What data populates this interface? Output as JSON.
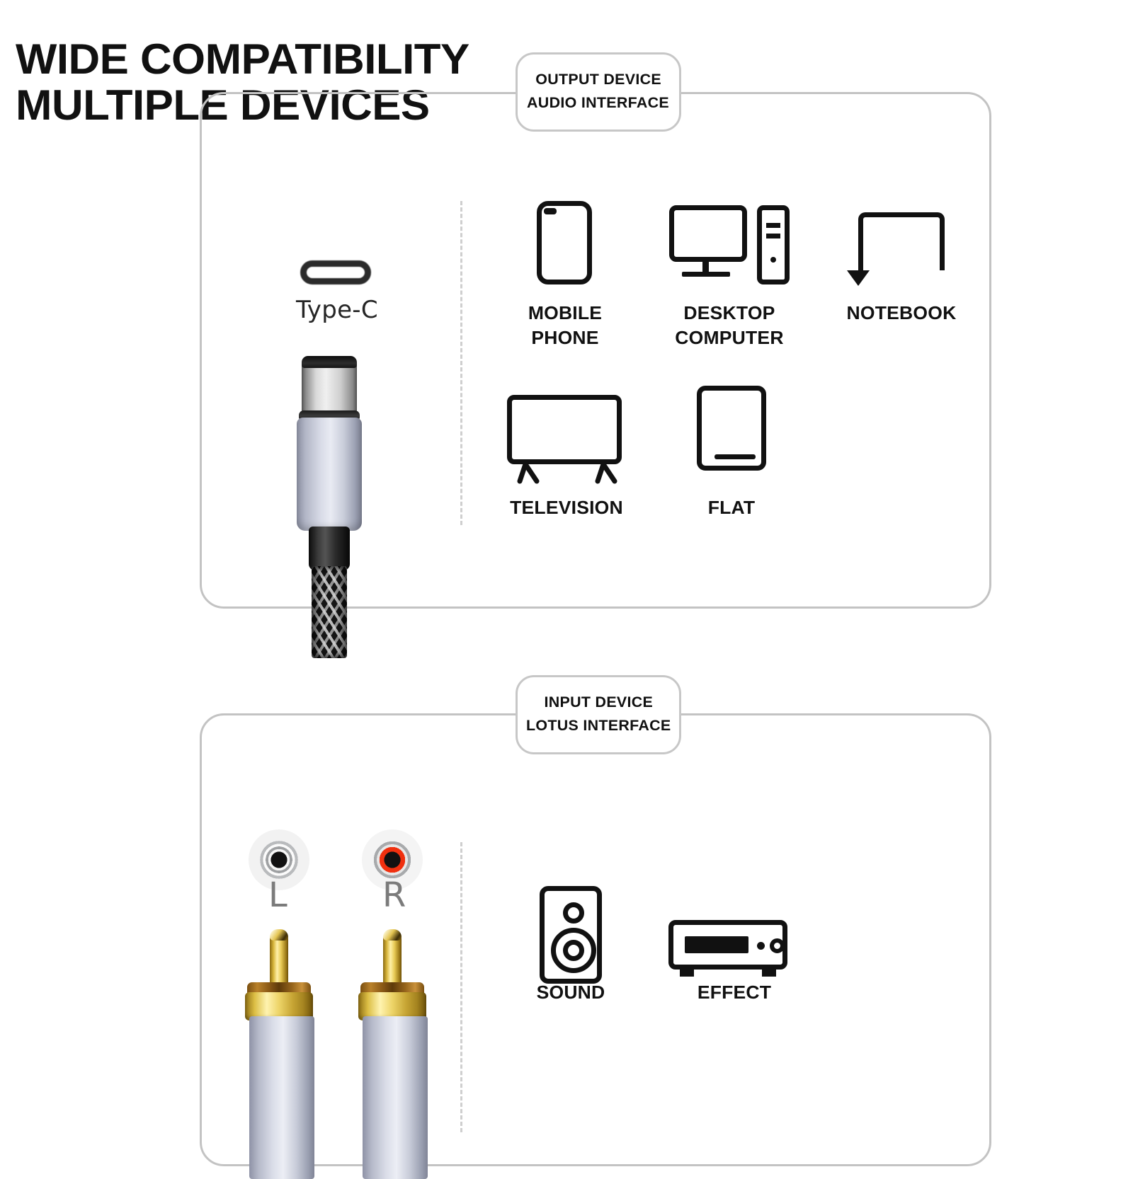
{
  "headline": {
    "text": "WIDE COMPATIBILITY\nMULTIPLE DEVICES"
  },
  "badges": {
    "output": {
      "line1": "OUTPUT DEVICE",
      "line2": "AUDIO INTERFACE"
    },
    "input": {
      "line1": "INPUT DEVICE",
      "line2": "LOTUS INTERFACE"
    }
  },
  "connector_top": {
    "port_label": "Type-C",
    "port_icon": "usb-c-port-icon",
    "plug_icon": "usb-c-plug-icon"
  },
  "connector_bottom": {
    "left_channel_label": "L",
    "right_channel_label": "R",
    "left_jack_icon": "rca-jack-white-icon",
    "right_jack_icon": "rca-jack-red-icon",
    "plug_icon": "rca-plug-icon"
  },
  "output_devices": [
    {
      "label": "MOBILE\nPHONE",
      "icon": "mobile-phone-icon"
    },
    {
      "label": "DESKTOP\nCOMPUTER",
      "icon": "desktop-computer-icon"
    },
    {
      "label": "NOTEBOOK",
      "icon": "notebook-icon"
    },
    {
      "label": "TELEVISION",
      "icon": "television-icon"
    },
    {
      "label": "FLAT",
      "icon": "tablet-flat-icon"
    }
  ],
  "input_devices": [
    {
      "label": "SOUND",
      "icon": "speaker-icon"
    },
    {
      "label": "EFFECT",
      "icon": "amplifier-icon"
    }
  ],
  "colors": {
    "ink": "#111111",
    "panel_border": "#c3c3c3",
    "divider": "#cfcfcf",
    "red_channel": "#f0300f",
    "gold": "#e7c954",
    "metal_silver": "#d7dae6",
    "background": "#ffffff"
  }
}
